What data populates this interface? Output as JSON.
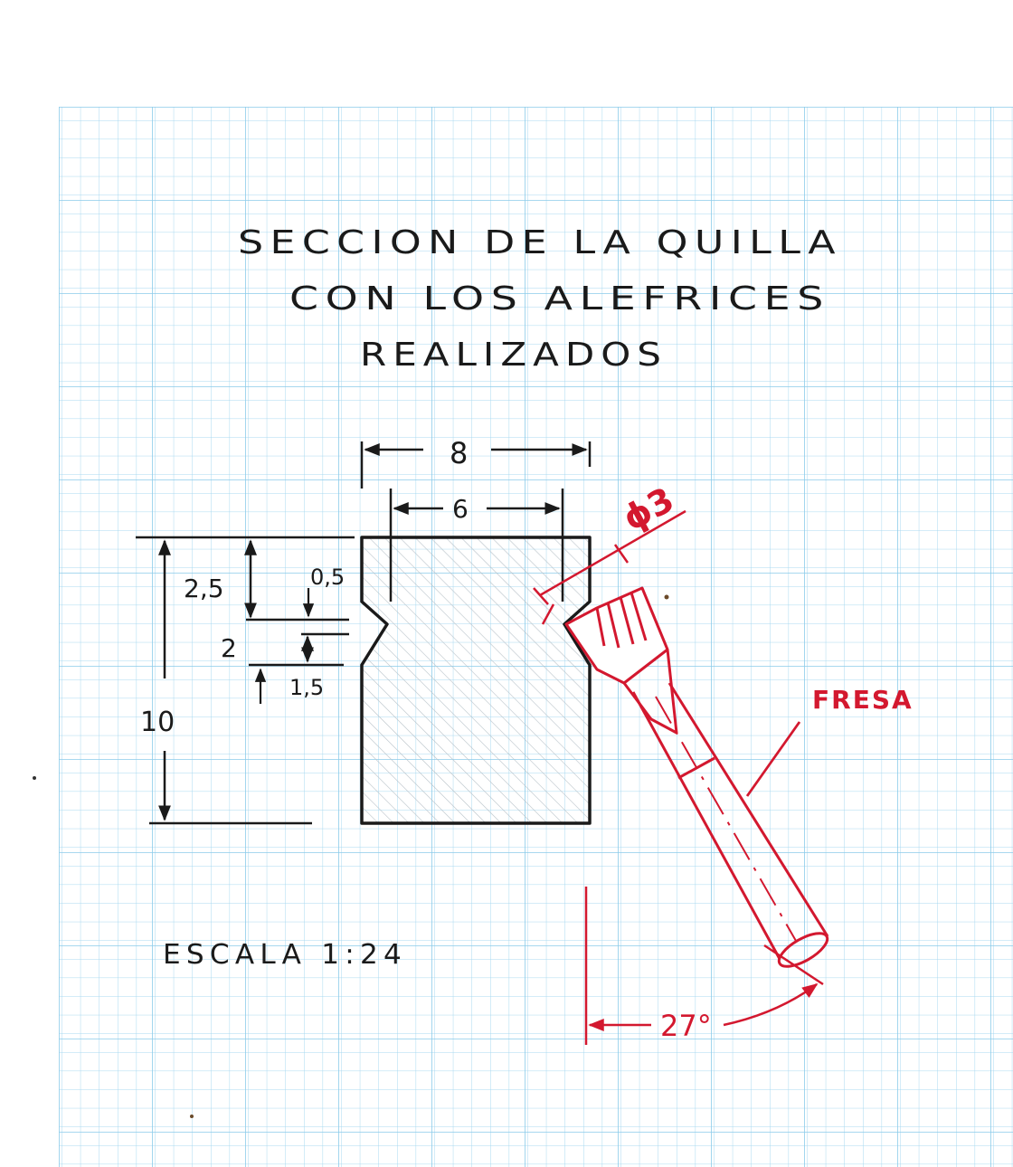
{
  "title": {
    "line1": "SECCION  DE LA QUILLA",
    "line2": "CON  LOS  ALEFRICES",
    "line3": "REALIZADOS"
  },
  "dimensions": {
    "top_width": "8",
    "inner_width": "6",
    "height_total": "10",
    "depth_top": "2,5",
    "notch_depth": "0,5",
    "notch_height": "2",
    "notch_bottom": "1,5"
  },
  "tool": {
    "diameter": "ϕ3",
    "label": "FRESA",
    "angle": "27°"
  },
  "scale": "ESCALA   1:24",
  "colors": {
    "grid": "#9fd3ee",
    "ink": "#1a1a1a",
    "red": "#d3182f",
    "hatch": "#b8c2c8",
    "paper": "#ffffff"
  }
}
